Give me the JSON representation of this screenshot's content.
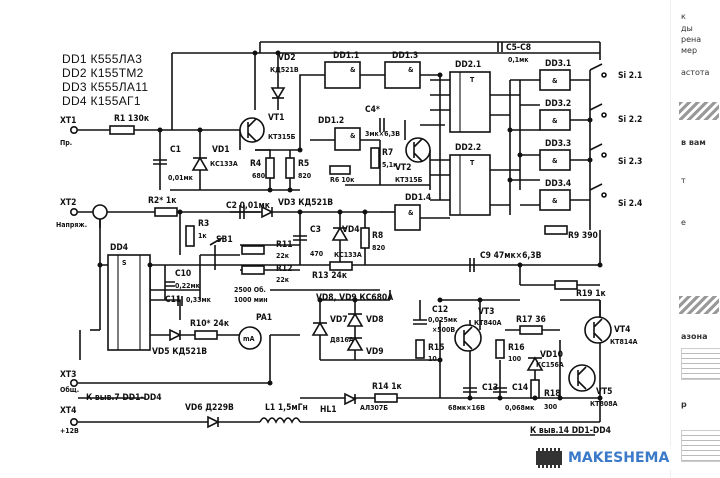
{
  "legend": [
    "DD1 К555ЛА3",
    "DD2 К155ТМ2",
    "DD3 К555ЛА11",
    "DD4 К155АГ1"
  ],
  "terminals": {
    "xt1": "XT1",
    "xt1_note": "Пр.",
    "xt2": "XT2",
    "xt2_note": "Напряж.",
    "xt3": "XT3",
    "xt3_note": "Общ.",
    "xt4": "XT4",
    "xt4_note": "+12В"
  },
  "components": {
    "r1": "R1  130к",
    "c1": "C1",
    "c1_val": "0,01мк",
    "vd1": "VD1",
    "vd1_type": "КС133А",
    "r4": "R4",
    "r4_val": "680",
    "r5": "R5",
    "r5_val": "820",
    "vt1": "VT1",
    "vt1_type": "КТ315Б",
    "vd2": "VD2",
    "vd2_type": "КД521В",
    "dd11": "DD1.1",
    "dd12": "DD1.2",
    "dd13": "DD1.3",
    "dd14": "DD1.4",
    "c4": "C4*",
    "c4_val": "3мк×6,3В",
    "r6": "R6  10к",
    "r7": "R7",
    "r7_val": "5,1к",
    "vt2": "VT2",
    "vt2_type": "КТ315Б",
    "dd21": "DD2.1",
    "dd22": "DD2.2",
    "dd31": "DD3.1",
    "dd32": "DD3.2",
    "dd33": "DD3.3",
    "dd34": "DD3.4",
    "c5c8": "C5-C8",
    "c5c8_val": "0,1мк",
    "r2": "R2*  1к",
    "r3": "R3",
    "r3_val": "1к",
    "c2": "C2  0,01мк",
    "vd3": "VD3  КД521В",
    "c3": "C3",
    "c3_val": "470",
    "vd4": "VD4",
    "vd4_type": "КС133А",
    "r8": "R8",
    "r8_val": "820",
    "r9": "R9  390",
    "dd4": "DD4",
    "sb1": "SB1",
    "r11": "R11",
    "r11_val": "22к",
    "r12": "R12",
    "r12_val": "22к",
    "c10": "C10",
    "c10_val": "0,22мк",
    "c11": "C11",
    "c11_val": "0,33мк",
    "r13": "R13  24к",
    "c9": "C9  47мк×6,3В",
    "freq1": "2500 Об.",
    "freq2": "1000 мин",
    "vd8vd9": "VD8, VD9  КС680А",
    "r10": "R10*  24к",
    "pa1": "PA1",
    "pa1_sym": "mA",
    "vd5": "VD5  КД521В",
    "vd7": "VD7",
    "vd7_type": "Д816А",
    "vd8": "VD8",
    "vd9": "VD9",
    "c12": "C12",
    "c12_val1": "0,025мк",
    "c12_val2": "×500В",
    "r15": "R15",
    "r15_val": "10",
    "vt3": "VT3",
    "vt3_type": "КТ840А",
    "r16": "R16",
    "r16_val": "100",
    "r17": "R17  36",
    "vd10": "VD10",
    "vd10_type": "КС156А",
    "c13": "C13",
    "c13_val": "68мк×16В",
    "c14": "C14",
    "c14_val": "0,068мк",
    "r18": "R18",
    "r18_val": "300",
    "r19": "R19  1к",
    "vt4": "VT4",
    "vt4_type": "КТ814А",
    "vt5": "VT5",
    "vt5_type": "КТ808А",
    "r14": "R14  1к",
    "hl1": "HL1",
    "hl1_type": "АЛ307Б",
    "l1": "L1  1,5мГн",
    "vd6": "VD6  Д229В"
  },
  "switches": [
    "Si 2.1",
    "Si 2.2",
    "Si 2.3",
    "Si 2.4"
  ],
  "bus_notes": {
    "left": "К выв.7 DD1-DD4",
    "right": "К выв.14 DD1-DD4"
  },
  "watermark": "MAKESHEMA",
  "sidebar": {
    "lines": [
      "к",
      "ды",
      "рена",
      "мер",
      "астота"
    ],
    "heading1": "в вам",
    "note_a": "т",
    "note_b": "е",
    "heading2": "азона",
    "heading3": "р"
  }
}
